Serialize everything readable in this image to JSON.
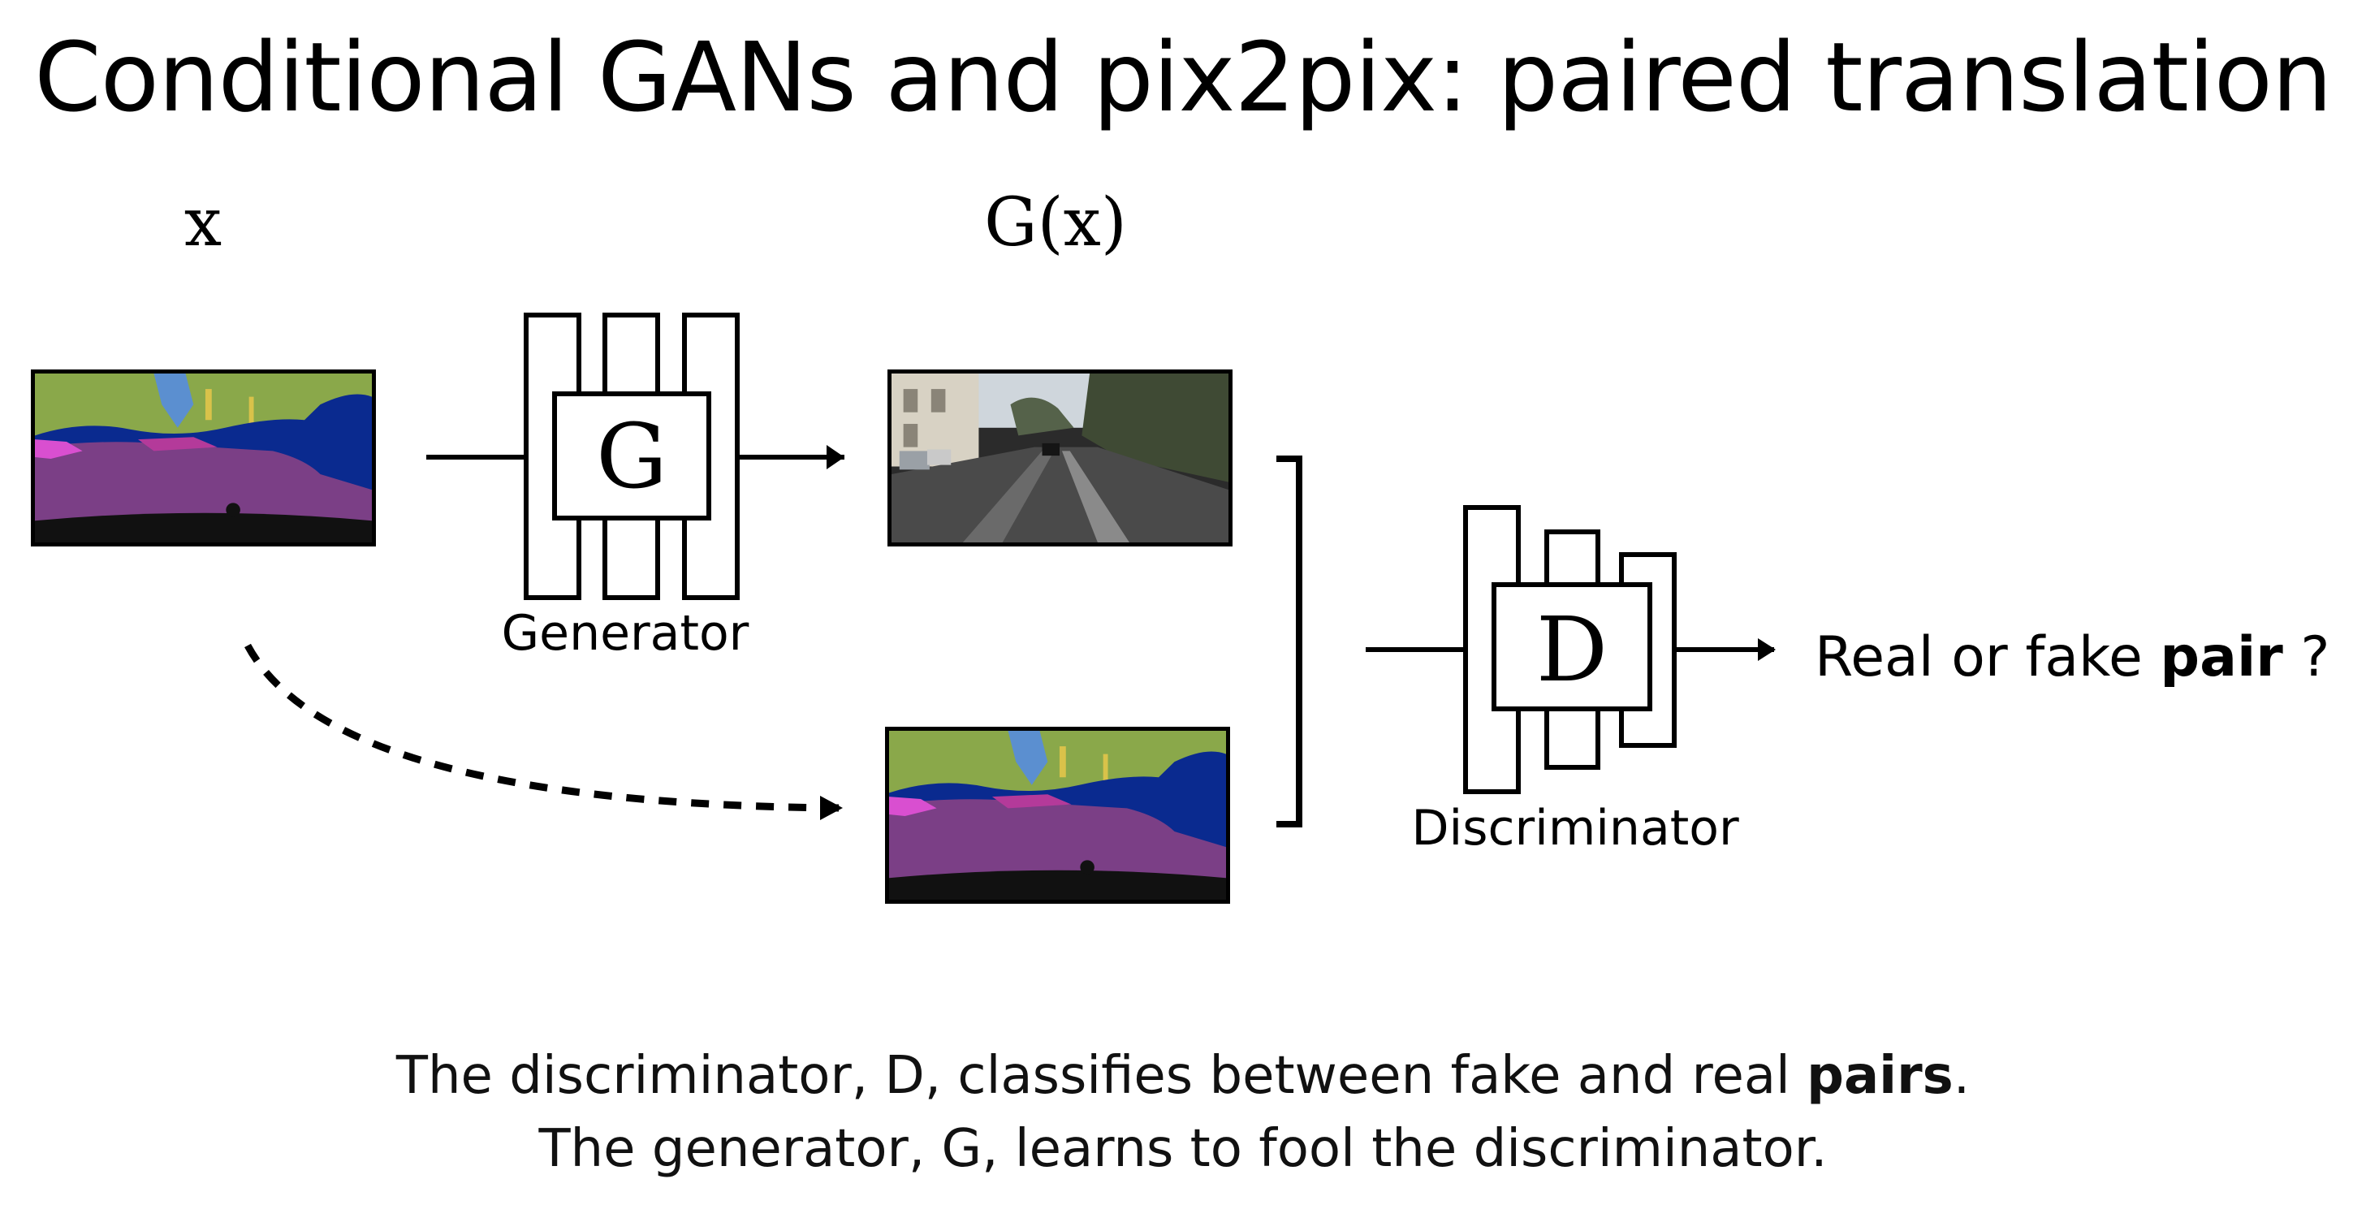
{
  "title": "Conditional GANs and pix2pix: paired translation",
  "labels": {
    "input": "x",
    "generated": "G(x)",
    "generator_block": "G",
    "discriminator_block": "D",
    "generator_caption": "Generator",
    "discriminator_caption": "Discriminator"
  },
  "output": {
    "prefix": "Real or fake ",
    "emphasis": "pair",
    "suffix": " ?"
  },
  "footer": {
    "line1_prefix": "The discriminator, D, classifies between fake and real ",
    "line1_emphasis": "pairs",
    "line1_suffix": ".",
    "line2": "The generator, G, learns to fool the discriminator."
  },
  "colors": {
    "seg_road": "#7b3f86",
    "seg_sky": "#8aa84a",
    "seg_car": "#0a2a8f",
    "seg_pink": "#d94fd0",
    "seg_water": "#5b8fd0",
    "seg_bottom": "#111111"
  }
}
